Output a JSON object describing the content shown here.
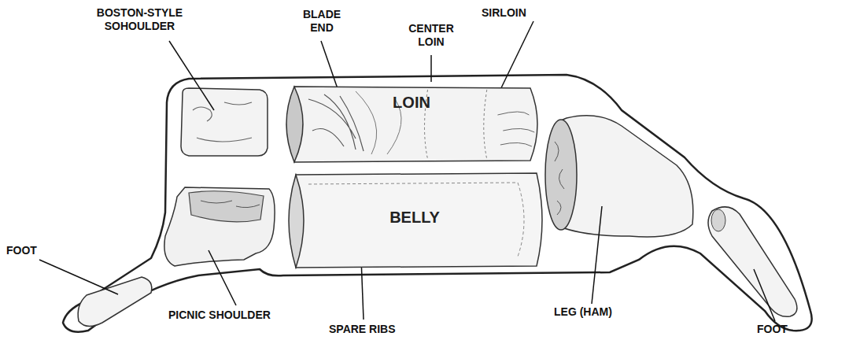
{
  "diagram": {
    "nodes": [
      {
        "text": [
          "LOIN"
        ]
      },
      {
        "text": [
          "BELLY"
        ]
      }
    ],
    "labels": [
      "BOSTON-STYLE SOHOULDER",
      "BLADE END",
      "CENTER LOIN",
      "SIRLOIN",
      "FOOT",
      "PICNIC SHOULDER",
      "SPARE RIBS",
      "LEG (HAM)",
      "FOOT"
    ]
  }
}
